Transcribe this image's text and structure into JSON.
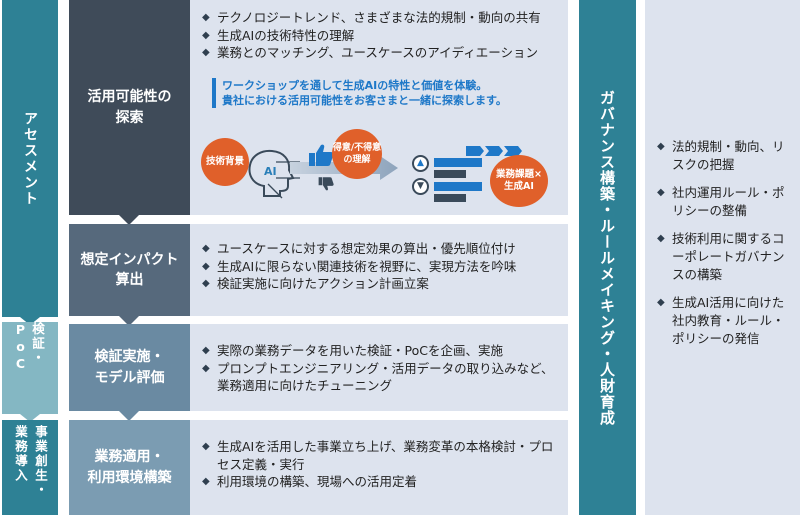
{
  "phases": {
    "assessment": "アセスメント",
    "poc": "検証・PoC",
    "business": "事業創生・業務導入"
  },
  "steps": [
    {
      "title_lines": [
        "活用可能性の",
        "探索"
      ],
      "bullets": [
        "テクノロジートレンド、さまざまな法的規制・動向の共有",
        "生成AIの技術特性の理解",
        "業務とのマッチング、ユースケースのアイディエーション"
      ]
    },
    {
      "title_lines": [
        "想定インパクト",
        "算出"
      ],
      "bullets": [
        "ユースケースに対する想定効果の算出・優先順位付け",
        "生成AIに限らない関連技術を視野に、実現方法を吟味",
        "検証実施に向けたアクション計画立案"
      ]
    },
    {
      "title_lines": [
        "検証実施・",
        "モデル評価"
      ],
      "bullets": [
        "実際の業務データを用いた検証・PoCを企画、実施",
        "プロンプトエンジニアリング・活用データの取り込みなど、業務適用に向けたチューニング"
      ]
    },
    {
      "title_lines": [
        "業務適用・",
        "利用環境構築"
      ],
      "bullets": [
        "生成AIを活用した事業立ち上げ、業務変革の本格検討・プロセス定義・実行",
        "利用環境の構築、現場への活用定着"
      ]
    }
  ],
  "workshop": {
    "line1": "ワークショップを通して生成AIの特性と価値を体験。",
    "line2": "貴社における活用可能性をお客さまと一緒に探索します。"
  },
  "illustration": {
    "tech_background": "技術背景",
    "ai_label": "AI",
    "strengths_line1": "得意/不得意",
    "strengths_line2": "の理解",
    "business_line1": "業務課題×",
    "business_line2": "生成AI"
  },
  "governance": {
    "title": "ガバナンス構築・ルールメイキング・人財育成",
    "bullets": [
      "法的規制・動向、リスクの把握",
      "社内運用ルール・ポリシーの整備",
      "技術利用に関するコーポレートガバナンスの構築",
      "生成AI活用に向けた社内教育・ルール・ポリシーの発信"
    ]
  },
  "colors": {
    "phase_main": "#2e8195",
    "phase_light": "#84b7c3",
    "step1": "#3f4b59",
    "step2": "#56697c",
    "step3": "#6a8aa2",
    "step4": "#7b9cb2",
    "panel": "#dde3ee",
    "accent_orange": "#e0602a",
    "accent_blue": "#1e78c8"
  }
}
